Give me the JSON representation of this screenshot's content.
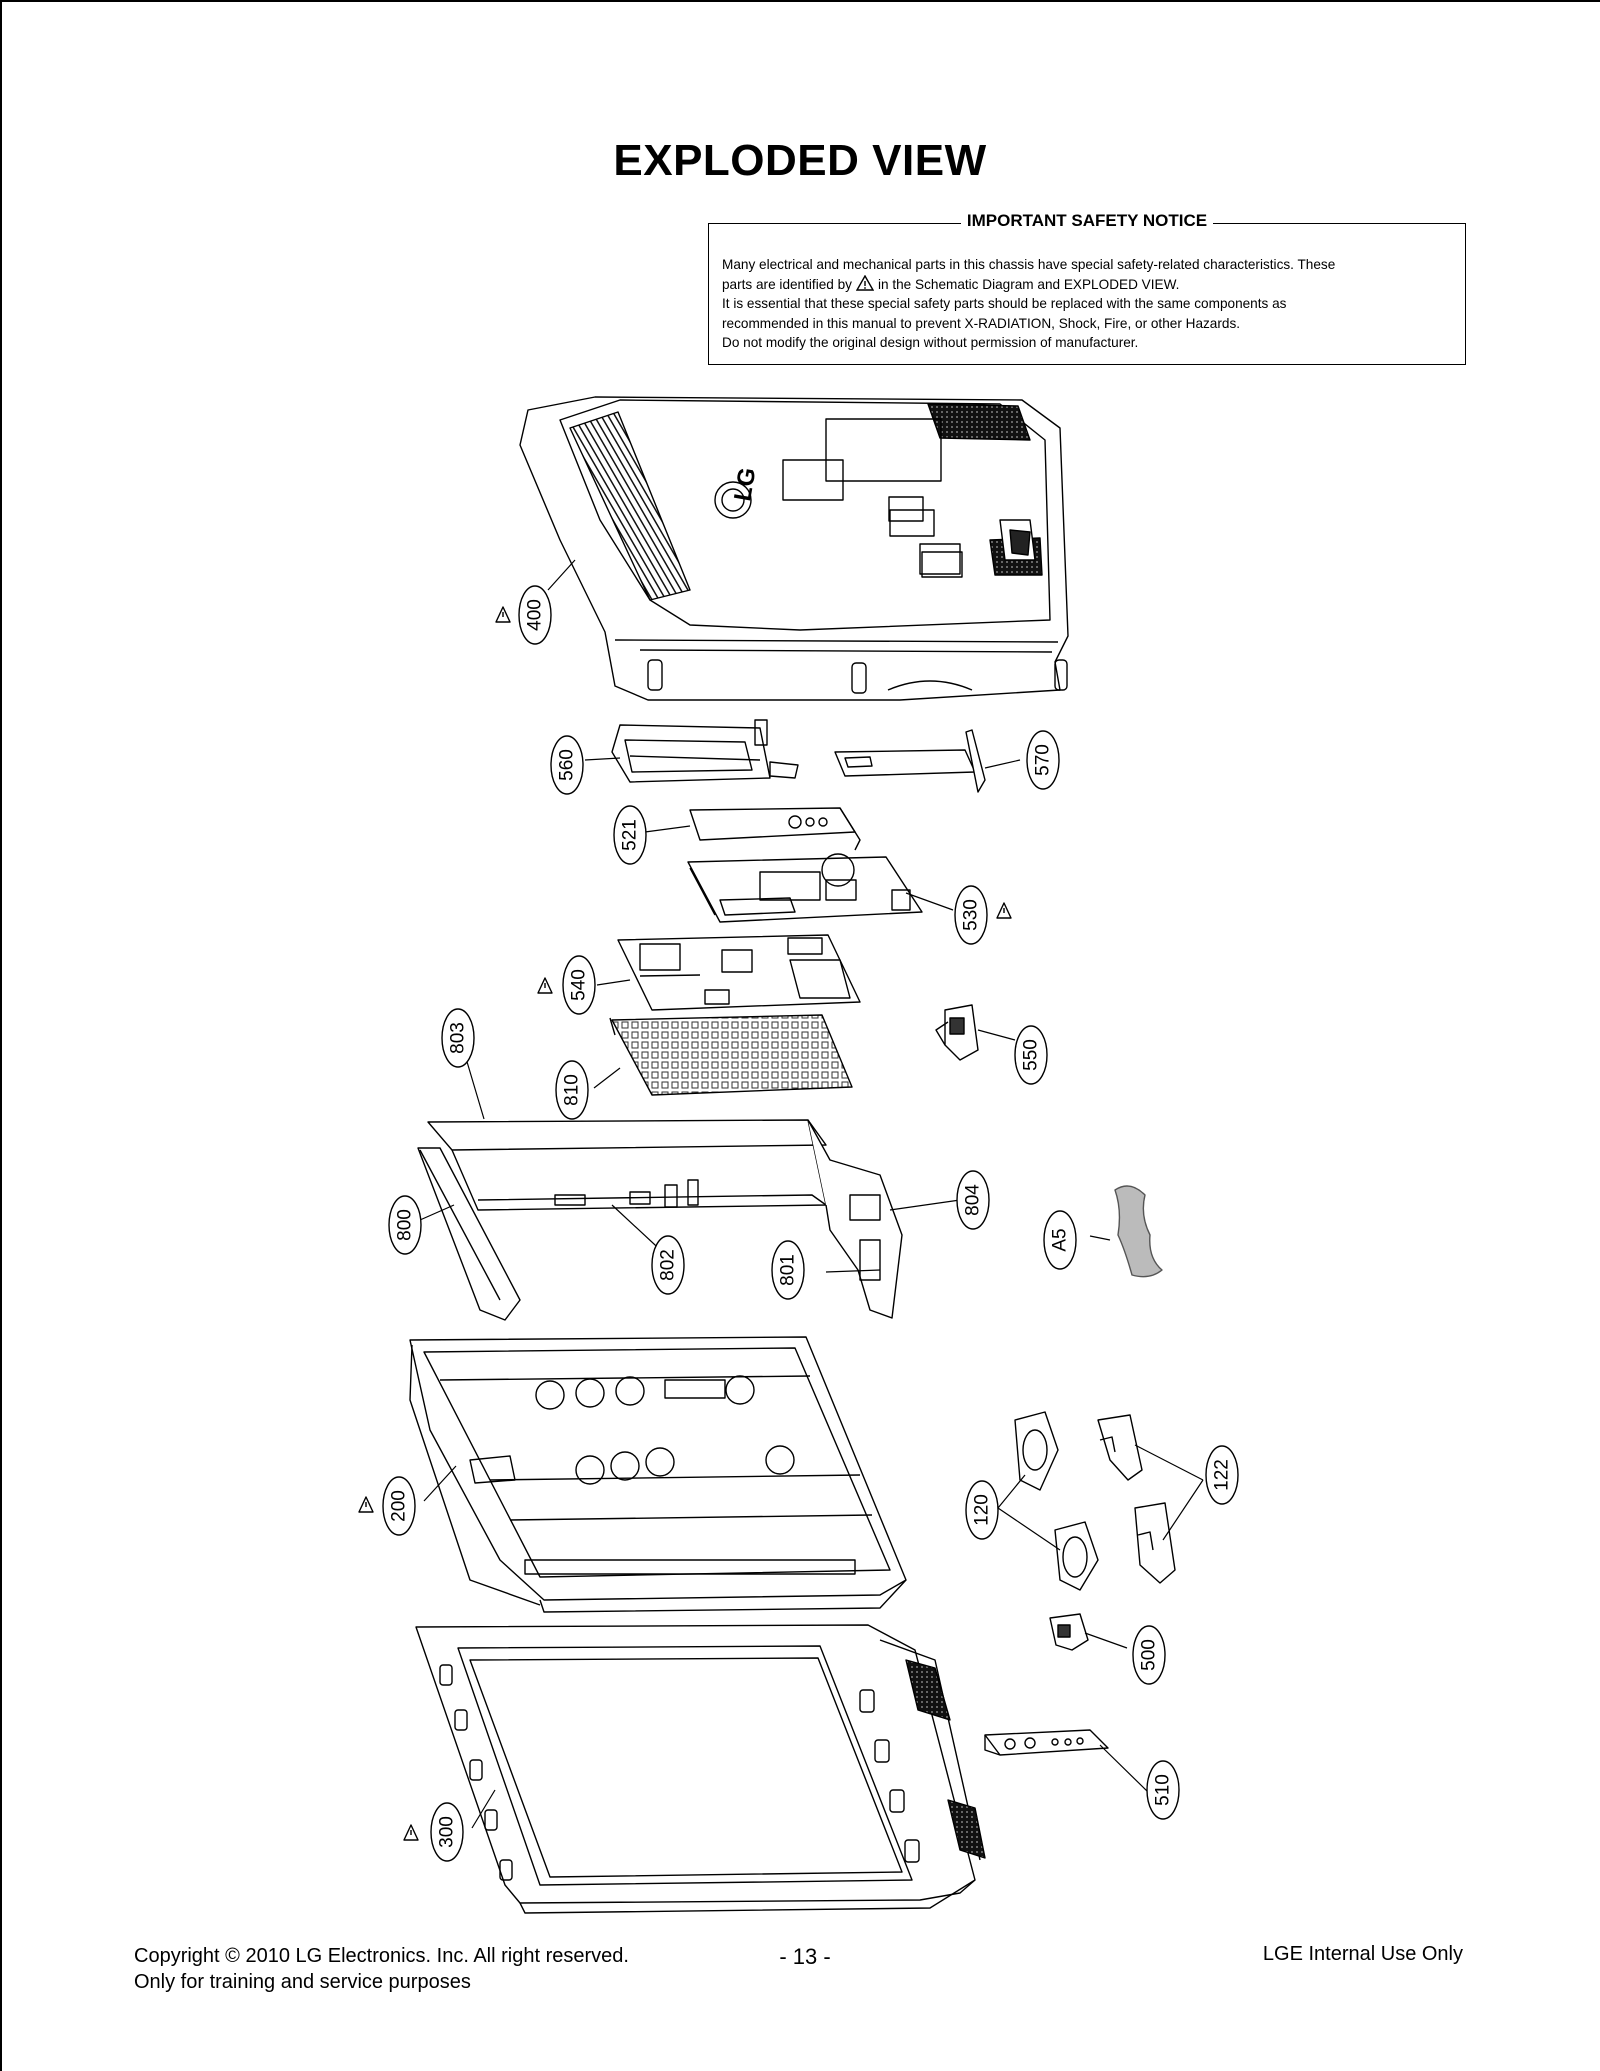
{
  "title": "EXPLODED VIEW",
  "notice": {
    "heading": "IMPORTANT SAFETY NOTICE",
    "line1": "Many electrical and mechanical parts in this chassis have special safety-related characteristics. These",
    "line2_before": "parts are identified by",
    "line2_after": "in the Schematic Diagram and EXPLODED VIEW.",
    "line3": "It is essential that these special safety parts should be replaced with the same components as",
    "line4": "recommended in this manual to prevent X-RADIATION, Shock, Fire, or other Hazards.",
    "line5": "Do not modify the original design without permission of manufacturer."
  },
  "diagram": {
    "logo_text": "LG",
    "part_labels": [
      "400",
      "560",
      "570",
      "521",
      "530",
      "540",
      "550",
      "803",
      "810",
      "800",
      "802",
      "804",
      "801",
      "A5",
      "200",
      "120",
      "122",
      "500",
      "300",
      "510"
    ],
    "safety_marked_parts": [
      "400",
      "530",
      "540",
      "200",
      "300"
    ]
  },
  "footer": {
    "copyright_line1": "Copyright © 2010 LG Electronics. Inc. All right reserved.",
    "copyright_line2": "Only for training and service purposes",
    "page_number": "- 13 -",
    "right_text": "LGE Internal Use Only"
  }
}
